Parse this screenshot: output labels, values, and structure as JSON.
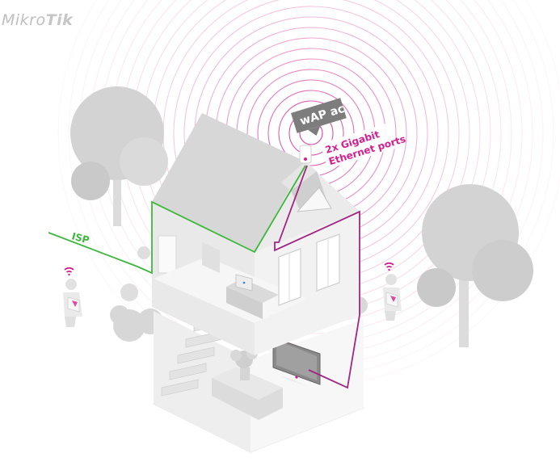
{
  "brand": {
    "logo_light": "Mikro",
    "logo_bold": "Tik"
  },
  "labels": {
    "device": "wAP ac",
    "ports_line1": "2x Gigabit",
    "ports_line2": "Ethernet ports",
    "isp": "ISP"
  },
  "colors": {
    "wifi_magenta": "#d51e8f",
    "isp_green": "#3cb83c",
    "house_gray": "#e6e6e6",
    "tree_gray": "#cfcfcf"
  },
  "icons": [
    "wifi-icon",
    "laptop-icon"
  ]
}
